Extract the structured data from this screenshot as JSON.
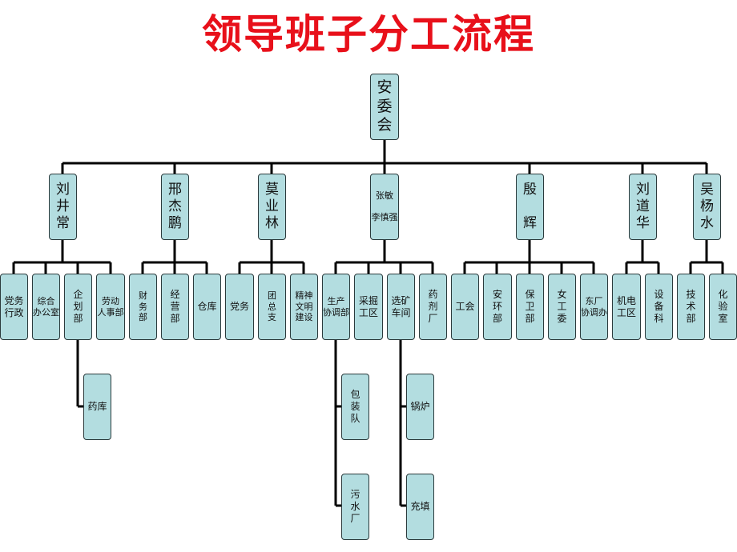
{
  "title": "领导班子分工流程",
  "nodes": {
    "root": "安\n委\n会",
    "l1": "刘\n井\n常",
    "l2": "邢\n杰\n鹏",
    "l3": "莫\n业\n林",
    "l4": "张敏\n\n李慎强",
    "l5": "殷\n\n辉",
    "l6": "刘\n道\n华",
    "l7": "吴\n杨\n水",
    "d1": "党务\n行政",
    "d2": "综合\n办公室",
    "d3": "企\n划\n部",
    "d4": "劳动\n人事部",
    "d5": "财\n务\n部",
    "d6": "经\n营\n部",
    "d7": "仓库",
    "d8": "党务",
    "d9": "团\n总\n支",
    "d10": "精神\n文明\n建设",
    "d11": "生产\n协调部",
    "d12": "采掘\n工区",
    "d13": "选矿\n车间",
    "d14": "药\n剂\n厂",
    "d15": "工会",
    "d16": "安\n环\n部",
    "d17": "保\n卫\n部",
    "d18": "女\n工\n委",
    "d19": "东厂\n协调办",
    "d20": "机电\n工区",
    "d21": "设\n备\n科",
    "d22": "技\n术\n部",
    "d23": "化\n验\n室",
    "s1": "药库",
    "s2": "包\n装\n队",
    "s3": "污\n水\n厂",
    "s4": "锅炉",
    "s5": "充填"
  }
}
